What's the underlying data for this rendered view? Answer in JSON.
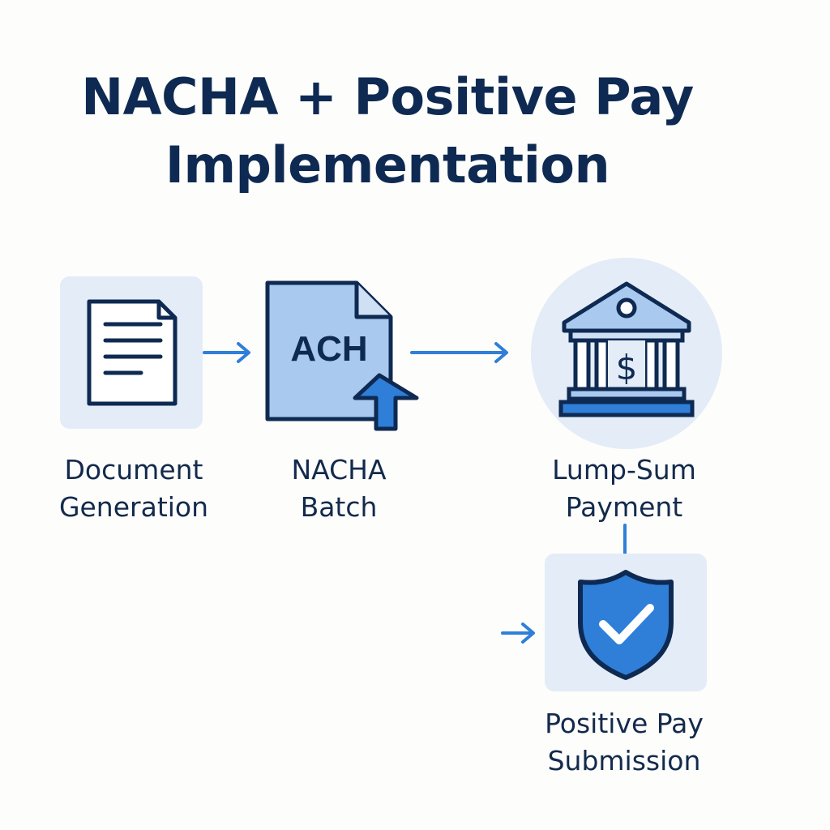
{
  "title": {
    "line1": "NACHA + Positive Pay",
    "line2": "Implementation"
  },
  "colors": {
    "navy": "#0e2a52",
    "accent": "#2f7fd8",
    "tile": "#e3ecf7",
    "doc_fill": "#a9c9ee"
  },
  "steps": [
    {
      "icon": "document-icon",
      "line1": "Document",
      "line2": "Generation"
    },
    {
      "icon": "ach-file-icon",
      "badge": "ACH",
      "line1": "NACHA",
      "line2": "Batch"
    },
    {
      "icon": "bank-icon",
      "symbol": "$",
      "line1": "Lump-Sum",
      "line2": "Payment"
    },
    {
      "icon": "shield-check-icon",
      "line1": "Positive Pay",
      "line2": "Submission"
    }
  ]
}
